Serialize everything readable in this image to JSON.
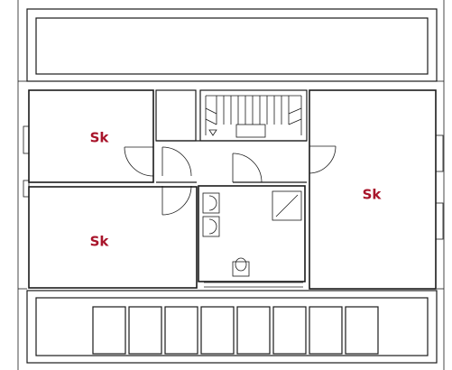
{
  "rooms": [
    {
      "id": "top-left",
      "label": "Sk"
    },
    {
      "id": "bottom-left",
      "label": "Sk"
    },
    {
      "id": "right",
      "label": "Sk"
    }
  ],
  "colors": {
    "label": "#a8142a",
    "line": "#1a1a1a"
  }
}
